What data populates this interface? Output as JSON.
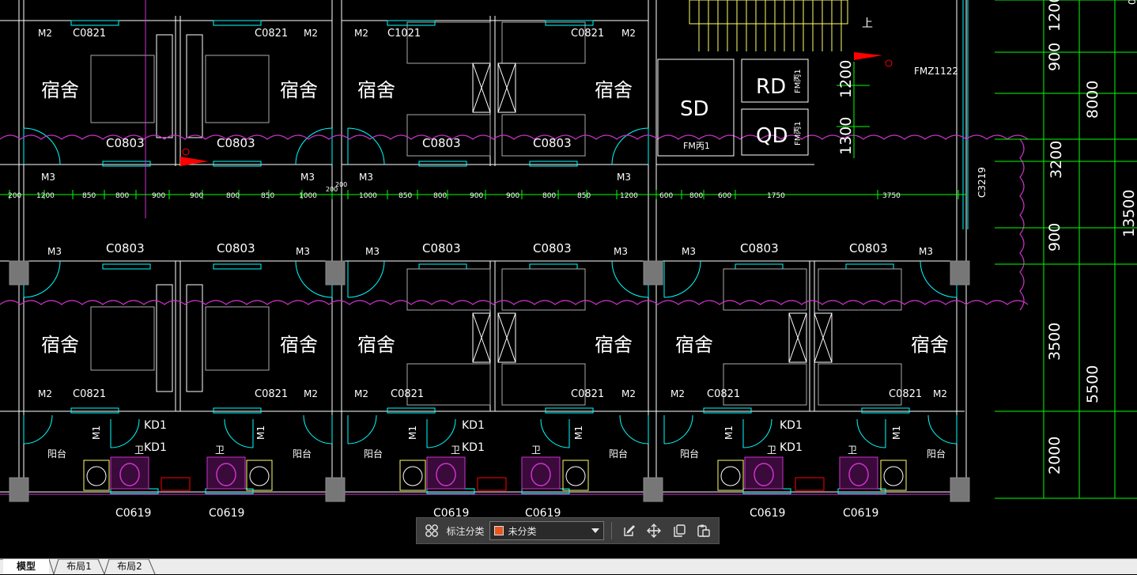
{
  "drawing": {
    "room_labels": [
      "宿舍",
      "阳台",
      "卫"
    ],
    "window_labels": [
      "C0821",
      "C1021",
      "C0803",
      "C0619",
      "C3219"
    ],
    "door_labels": [
      "M1",
      "M2",
      "M3",
      "FMZ1122",
      "FM丙1"
    ],
    "equipment_labels": [
      "SD",
      "RD",
      "QD",
      "KD1"
    ],
    "stair_label": "上",
    "dimension_labels": [
      "200",
      "1200",
      "850",
      "800",
      "900",
      "1000",
      "1750",
      "3750",
      "600"
    ],
    "right_dimensions": [
      "1200",
      "900",
      "8000",
      "1300",
      "3200",
      "13500",
      "900",
      "3500",
      "5500",
      "2000"
    ],
    "top_right_fragment": "0"
  },
  "toolbar": {
    "category_label": "标注分类",
    "category_value": "未分类",
    "category_color": "#e8571e"
  },
  "tabs": [
    "模型",
    "布局1",
    "布局2"
  ],
  "colors": {
    "background": "#000000",
    "wall": "#ffffff",
    "window": "#00ffff",
    "dimension": "#00ff00",
    "revision_cloud": "#cc33cc",
    "stair": "#ffff66",
    "marker": "#ff0000"
  }
}
